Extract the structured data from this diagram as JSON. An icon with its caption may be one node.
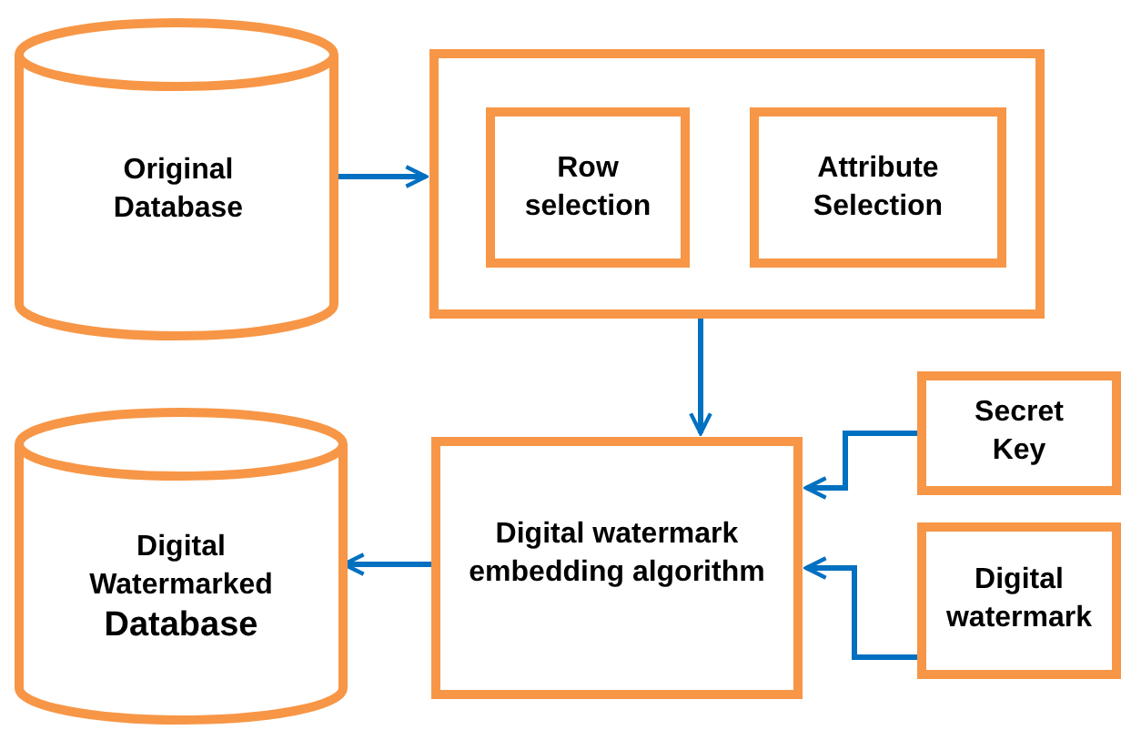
{
  "diagram": {
    "nodes": [
      {
        "text": [
          "Original Database"
        ]
      },
      {
        "text": [],
        "shape": "box"
      },
      {
        "text": [
          "Row selection"
        ],
        "in": 1
      },
      {
        "text": [
          "Attribute Selection"
        ],
        "in": 1
      },
      {
        "text": [
          "Digital Watermarked **Database**"
        ]
      },
      {
        "text": [
          "Digital watermark embedding algorithm"
        ]
      },
      {
        "text": [
          "Secret Key"
        ]
      },
      {
        "text": [
          "Digital watermark"
        ]
      }
    ],
    "edges": [
      {
        "from": 0,
        "to": 1,
        "arrow": "to"
      },
      {
        "from": 1,
        "to": 5,
        "arrow": "to"
      },
      {
        "from": 6,
        "to": 5,
        "arrow": "to"
      },
      {
        "from": 7,
        "to": 5,
        "arrow": "to"
      },
      {
        "from": 5,
        "to": 4,
        "arrow": "to"
      }
    ]
  }
}
